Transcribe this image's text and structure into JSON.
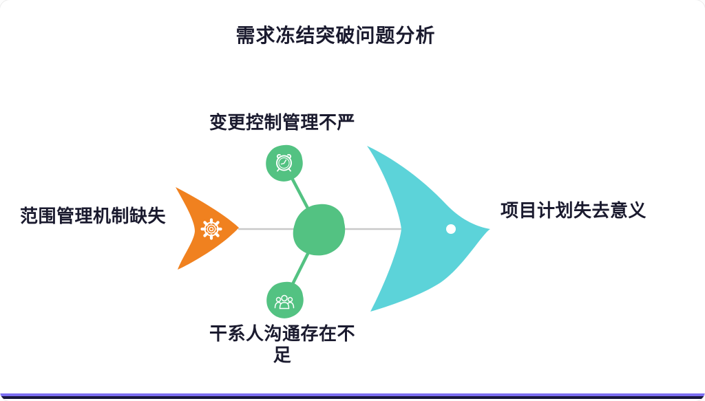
{
  "title": "需求冻结突破问题分析",
  "diagram": {
    "type": "fishbone",
    "effect": {
      "label": "项目计划失去意义"
    },
    "causes": [
      {
        "id": "scope",
        "label": "范围管理机制缺失",
        "icon": "gear-icon",
        "position": "left"
      },
      {
        "id": "change-control",
        "label": "变更控制管理不严",
        "icon": "alarm-clock-icon",
        "position": "top"
      },
      {
        "id": "stakeholder",
        "label": "干系人沟通存在不足",
        "icon": "people-icon",
        "position": "bottom"
      }
    ]
  },
  "colors": {
    "fish_tail_orange": "#F0811F",
    "node_green": "#53C282",
    "fish_head_teal": "#5CD3D9",
    "spine_gray": "#C9C9C9",
    "text_dark": "#1A1A2E",
    "footer_purple": "#7C6EF2",
    "footer_navy": "#17173A",
    "canvas_white": "#FFFFFF"
  }
}
